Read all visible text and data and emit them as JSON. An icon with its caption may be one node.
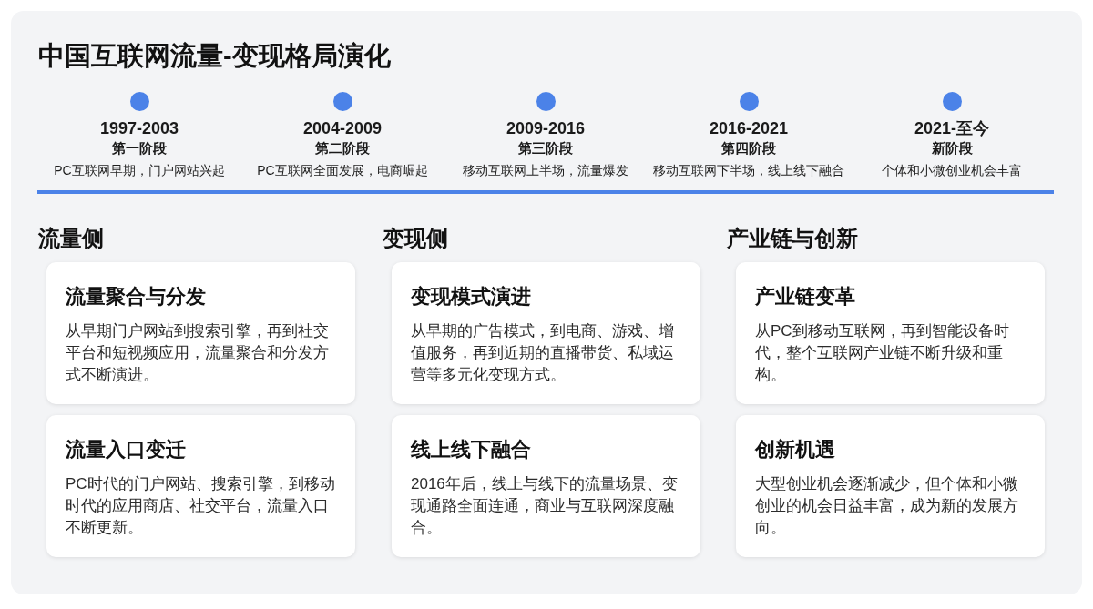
{
  "diagram": {
    "title": "中国互联网流量-变现格局演化",
    "nodes": [
      {
        "text": [
          "流量聚合与分发",
          "从早期门户网站到搜索引擎，再到社交平台和短视频应用，流量聚合和分发方式不断演进。"
        ]
      },
      {
        "text": [
          "流量入口变迁",
          "PC时代的门户网站、搜索引擎，到移动时代的应用商店、社交平台，流量入口不断更新。"
        ]
      },
      {
        "text": [
          "变现模式演进",
          "从早期的广告模式，到电商、游戏、增值服务，再到近期的直播带货、私域运营等多元化变现方式。"
        ]
      },
      {
        "text": [
          "线上线下融合",
          "2016年后，线上与线下的流量场景、变现通路全面连通，商业与互联网深度融合。"
        ]
      },
      {
        "text": [
          "产业链变革",
          "从PC到移动互联网，再到智能设备时代，整个互联网产业链不断升级和重构。"
        ]
      },
      {
        "text": [
          "创新机遇",
          "大型创业机会逐渐减少，但个体和小微创业的机会日益丰富，成为新的发展方向。"
        ]
      }
    ],
    "labels": [
      "1997-2003",
      "第一阶段",
      "PC互联网早期，门户网站兴起",
      "2004-2009",
      "第二阶段",
      "PC互联网全面发展，电商崛起",
      "2009-2016",
      "第三阶段",
      "移动互联网上半场，流量爆发",
      "2016-2021",
      "第四阶段",
      "移动互联网下半场，线上线下融合",
      "2021-至今",
      "新阶段",
      "个体和小微创业机会丰富",
      "流量侧",
      "变现侧",
      "产业链与创新"
    ]
  }
}
